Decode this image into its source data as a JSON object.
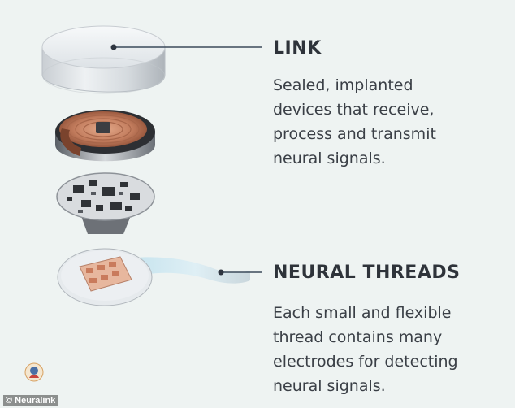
{
  "link": {
    "title": "LINK",
    "description": [
      "Sealed, implanted",
      "devices that receive,",
      "process and transmit",
      "neural signals."
    ]
  },
  "threads": {
    "title": "NEURAL THREADS",
    "description": [
      "Each small and flexible",
      "thread contains many",
      "electrodes for detecting",
      "neural signals."
    ]
  },
  "watermark": "© Neuralink",
  "colors": {
    "background": "#eef3f2",
    "text": "#2e333a",
    "copper": "#c9866a",
    "leader_line": "#3b4a5a"
  },
  "icons": [
    "link-cap-icon",
    "coil-battery-icon",
    "circuit-board-icon",
    "thread-chip-icon"
  ]
}
